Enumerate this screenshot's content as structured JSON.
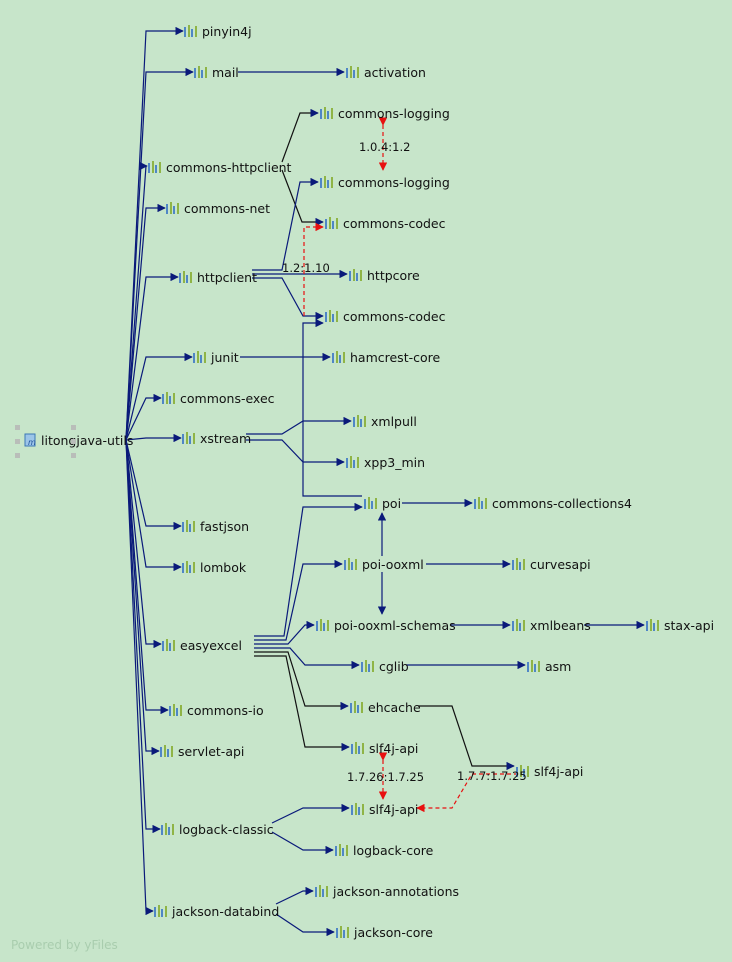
{
  "root": "litongjava-utils",
  "nodes": {
    "pinyin4j": "pinyin4j",
    "mail": "mail",
    "activation": "activation",
    "commons_logging_1": "commons-logging",
    "commons_httpclient": "commons-httpclient",
    "commons_logging_2": "commons-logging",
    "commons_net": "commons-net",
    "commons_codec_1": "commons-codec",
    "httpclient": "httpclient",
    "httpcore": "httpcore",
    "commons_codec_2": "commons-codec",
    "junit": "junit",
    "hamcrest_core": "hamcrest-core",
    "commons_exec": "commons-exec",
    "xstream": "xstream",
    "xmlpull": "xmlpull",
    "xpp3_min": "xpp3_min",
    "poi": "poi",
    "commons_collections4": "commons-collections4",
    "fastjson": "fastjson",
    "poi_ooxml": "poi-ooxml",
    "curvesapi": "curvesapi",
    "lombok": "lombok",
    "easyexcel": "easyexcel",
    "poi_ooxml_schemas": "poi-ooxml-schemas",
    "xmlbeans": "xmlbeans",
    "stax_api": "stax-api",
    "cglib": "cglib",
    "asm": "asm",
    "ehcache": "ehcache",
    "commons_io": "commons-io",
    "slf4j_api_1": "slf4j-api",
    "servlet_api": "servlet-api",
    "slf4j_api_2": "slf4j-api",
    "slf4j_api_3": "slf4j-api",
    "logback_classic": "logback-classic",
    "logback_core": "logback-core",
    "jackson_databind": "jackson-databind",
    "jackson_annotations": "jackson-annotations",
    "jackson_core": "jackson-core"
  },
  "conflicts": {
    "commons_logging": "1.0.4:1.2",
    "commons_codec": "1.2:1.10",
    "slf4j_vertical": "1.7.26:1.7.25",
    "slf4j_diagonal": "1.7.7:1.7.25"
  },
  "watermark": "Powered by yFiles",
  "colors": {
    "background": "#c7e5ca",
    "edge": "#0a1a7a",
    "conflict_edge": "#e81010",
    "icon_bars": [
      "#4f86c6",
      "#8fb446",
      "#4f86c6",
      "#8fb446"
    ]
  }
}
